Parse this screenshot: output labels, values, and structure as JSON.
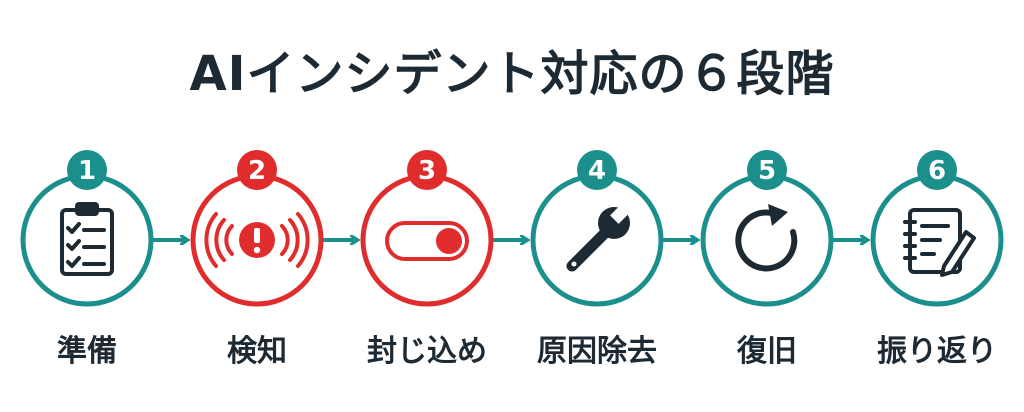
{
  "title": "AIインシデント対応の６段階",
  "colors": {
    "teal": "#1a8f8c",
    "red": "#e02c2c",
    "dark": "#1e2a33"
  },
  "steps": [
    {
      "number": "1",
      "label": "準備",
      "icon": "clipboard-checklist-icon",
      "color": "teal"
    },
    {
      "number": "2",
      "label": "検知",
      "icon": "alert-signal-icon",
      "color": "red"
    },
    {
      "number": "3",
      "label": "封じ込め",
      "icon": "toggle-switch-icon",
      "color": "red"
    },
    {
      "number": "4",
      "label": "原因除去",
      "icon": "wrench-icon",
      "color": "teal"
    },
    {
      "number": "5",
      "label": "復旧",
      "icon": "refresh-icon",
      "color": "teal"
    },
    {
      "number": "6",
      "label": "振り返り",
      "icon": "notebook-pencil-icon",
      "color": "teal"
    }
  ]
}
